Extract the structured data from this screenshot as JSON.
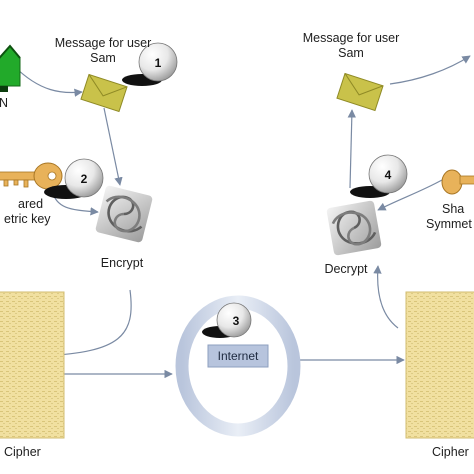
{
  "labels": {
    "message_left_line1": "Message for user",
    "message_left_line2": "Sam",
    "message_right_line1": "Message for user",
    "message_right_line2": "Sam",
    "left_sender_partial": "N",
    "shared_key_left_line1": "ared",
    "shared_key_left_line2": "etric key",
    "shared_key_right_line1": "Sha",
    "shared_key_right_line2": "Symmet",
    "encrypt": "Encrypt",
    "decrypt": "Decrypt",
    "internet": "Internet",
    "cipher_left": "Cipher",
    "cipher_right": "Cipher"
  },
  "steps": [
    "1",
    "2",
    "3",
    "4"
  ],
  "colors": {
    "envelope": "#c9c24a",
    "key": "#e8b25a",
    "cipher_paper": "#f2e2a3",
    "ring": "#c8d2e4",
    "internet_box": "#b7c4dd",
    "house_green": "#22aa2a",
    "arrow": "#7a8aa3"
  },
  "icons": {
    "sender": "house-icon",
    "message": "envelope-icon",
    "key": "key-icon",
    "cipher": "swirl-icon",
    "network": "ring-icon",
    "step": "ball-icon"
  }
}
